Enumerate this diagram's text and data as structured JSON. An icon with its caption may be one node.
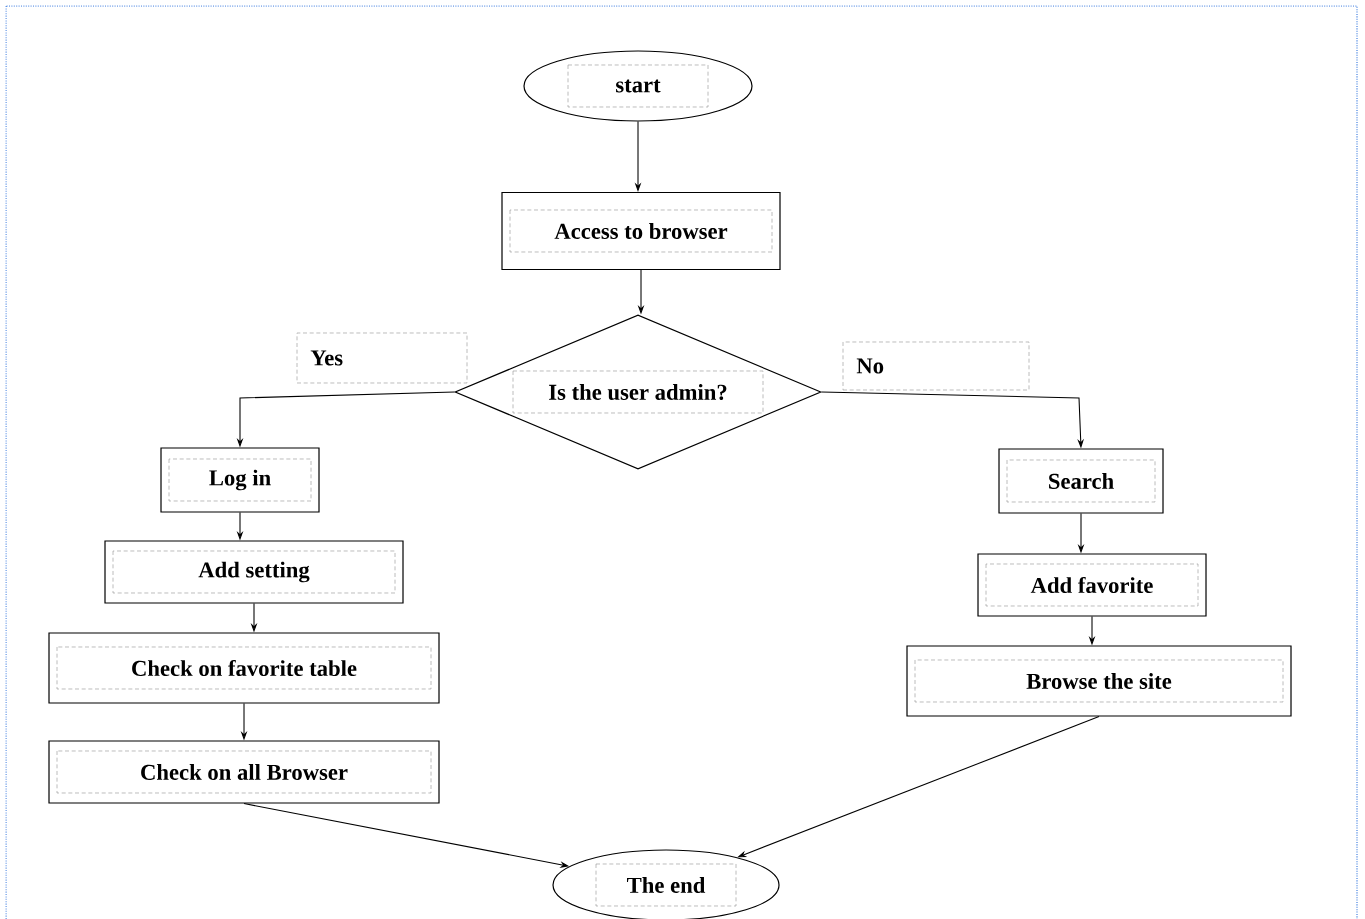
{
  "diagram": {
    "nodes": [
      {
        "text": [
          "start"
        ]
      },
      {
        "text": [
          "Access to browser"
        ]
      },
      {
        "text": [
          "Is the user admin?"
        ]
      },
      {
        "text": [
          "Log in"
        ]
      },
      {
        "text": [
          "Add setting"
        ]
      },
      {
        "text": [
          "Check on favorite table"
        ]
      },
      {
        "text": [
          "Check on all Browser"
        ]
      },
      {
        "text": [
          "Search"
        ]
      },
      {
        "text": [
          "Add favorite"
        ]
      },
      {
        "text": [
          "Browse the site"
        ]
      },
      {
        "text": [
          "The end"
        ]
      }
    ],
    "edges": [
      {
        "from": 0,
        "to": 1,
        "arrow": "to"
      },
      {
        "from": 1,
        "to": 2,
        "arrow": "to"
      },
      {
        "from": 2,
        "to": 3,
        "arrow": "to",
        "label": "Yes"
      },
      {
        "from": 3,
        "to": 4,
        "arrow": "to"
      },
      {
        "from": 4,
        "to": 5,
        "arrow": "to"
      },
      {
        "from": 5,
        "to": 6,
        "arrow": "to"
      },
      {
        "from": 6,
        "to": 10,
        "arrow": "to"
      },
      {
        "from": 2,
        "to": 7,
        "arrow": "to",
        "label": "No"
      },
      {
        "from": 7,
        "to": 8,
        "arrow": "to"
      },
      {
        "from": 8,
        "to": 9,
        "arrow": "to"
      },
      {
        "from": 9,
        "to": 10,
        "arrow": "to"
      }
    ]
  }
}
